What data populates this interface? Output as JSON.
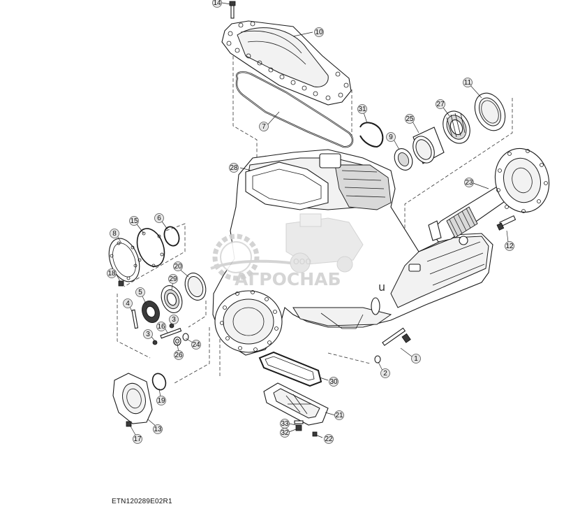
{
  "diagram": {
    "reference_code": "ETN120289E02R1",
    "watermark": {
      "company_prefix": "ООО",
      "company_name": "АГРОСНАБ",
      "suffix": "u"
    },
    "callouts": [
      {
        "label": "14"
      },
      {
        "label": "10"
      },
      {
        "label": "7"
      },
      {
        "label": "31"
      },
      {
        "label": "9"
      },
      {
        "label": "25"
      },
      {
        "label": "27"
      },
      {
        "label": "11"
      },
      {
        "label": "28"
      },
      {
        "label": "23"
      },
      {
        "label": "12"
      },
      {
        "label": "8"
      },
      {
        "label": "15"
      },
      {
        "label": "6"
      },
      {
        "label": "18"
      },
      {
        "label": "20"
      },
      {
        "label": "29"
      },
      {
        "label": "5"
      },
      {
        "label": "4"
      },
      {
        "label": "16"
      },
      {
        "label": "3"
      },
      {
        "label": "3"
      },
      {
        "label": "24"
      },
      {
        "label": "26"
      },
      {
        "label": "1"
      },
      {
        "label": "2"
      },
      {
        "label": "30"
      },
      {
        "label": "19"
      },
      {
        "label": "21"
      },
      {
        "label": "33"
      },
      {
        "label": "32"
      },
      {
        "label": "22"
      },
      {
        "label": "17"
      },
      {
        "label": "13"
      }
    ]
  }
}
